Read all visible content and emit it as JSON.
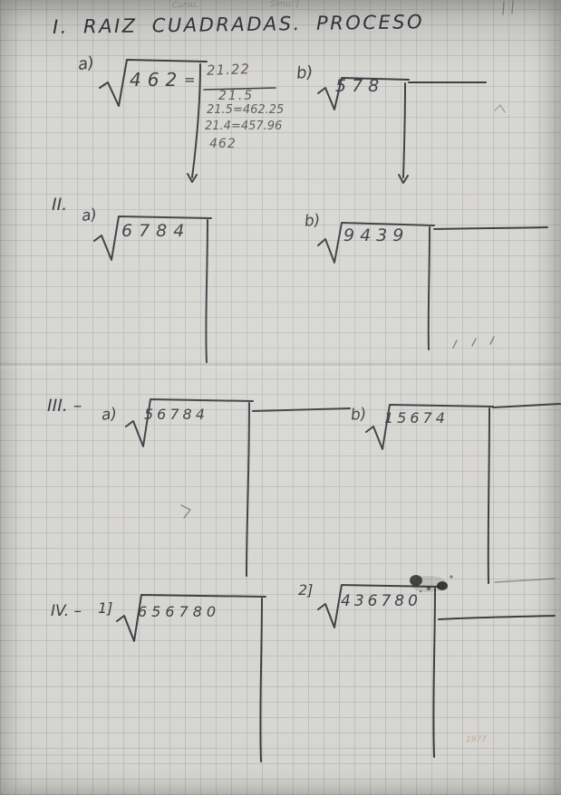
{
  "page": {
    "title": "I. RAIZ CUADRADAS. PROCESO",
    "faint_top_left": "Cursu.",
    "faint_top_right": "Simu: [",
    "faint_bottom_right": "1977"
  },
  "problems": {
    "p1a": {
      "label": "a)",
      "radicand": "462",
      "equals": "=",
      "quotient": "21.22",
      "work": [
        "21.5",
        "21.5=462.25",
        "21.4=457.96",
        "462"
      ]
    },
    "p1b": {
      "label": "b)",
      "radicand": "578"
    },
    "s2_label": "II.",
    "p2a": {
      "label": "a)",
      "radicand": "6784"
    },
    "p2b": {
      "label": "b)",
      "radicand": "9439"
    },
    "s3_label": "III. –",
    "p3a": {
      "label": "a)",
      "radicand": "56784"
    },
    "p3b": {
      "label": "b)",
      "radicand": "15674"
    },
    "s4_label": "IV. –",
    "p4a": {
      "label": "1]",
      "radicand": "656780"
    },
    "p4b": {
      "label": "2]",
      "radicand": "436780"
    }
  }
}
